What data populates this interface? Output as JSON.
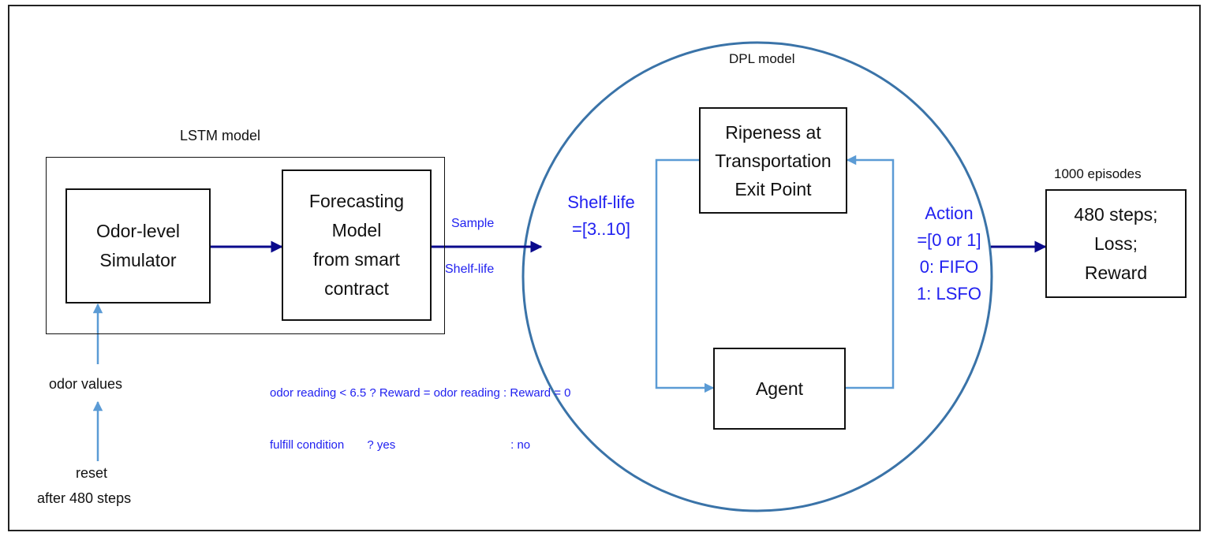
{
  "lstm": {
    "title": "LSTM model"
  },
  "simulator": {
    "line1": "Odor-level",
    "line2": "Simulator"
  },
  "forecast": {
    "line1": "Forecasting",
    "line2": "Model",
    "line3": "from smart",
    "line4": "contract"
  },
  "edge_forecast_dpl": {
    "top": "Sample",
    "bottom": "Shelf-life"
  },
  "dpl": {
    "title": "DPL model",
    "shelf_line1": "Shelf-life",
    "shelf_line2": "=[3..10]"
  },
  "ripeness": {
    "line1": "Ripeness at",
    "line2": "Transportation",
    "line3": "Exit Point"
  },
  "agent": {
    "label": "Agent"
  },
  "action": {
    "line1": "Action",
    "line2": "=[0 or 1]",
    "line3": "0: FIFO",
    "line4": "1: LSFO"
  },
  "episodes": {
    "title": "1000 episodes",
    "line1": "480 steps;",
    "line2": "Loss;",
    "line3": "Reward"
  },
  "condition": {
    "line1": "odor reading < 6.5 ? Reward = odor reading : Reward = 0",
    "line2": "fulfill condition       ? yes                                   : no"
  },
  "inputs": {
    "odor_values": "odor values",
    "reset_line1": "reset",
    "reset_line2": "after 480  steps"
  },
  "colors": {
    "dark_arrow": "#0a0a8c",
    "light_arrow": "#5b9bd5",
    "blue_text": "#2121f0",
    "circle": "#3a73a8"
  }
}
